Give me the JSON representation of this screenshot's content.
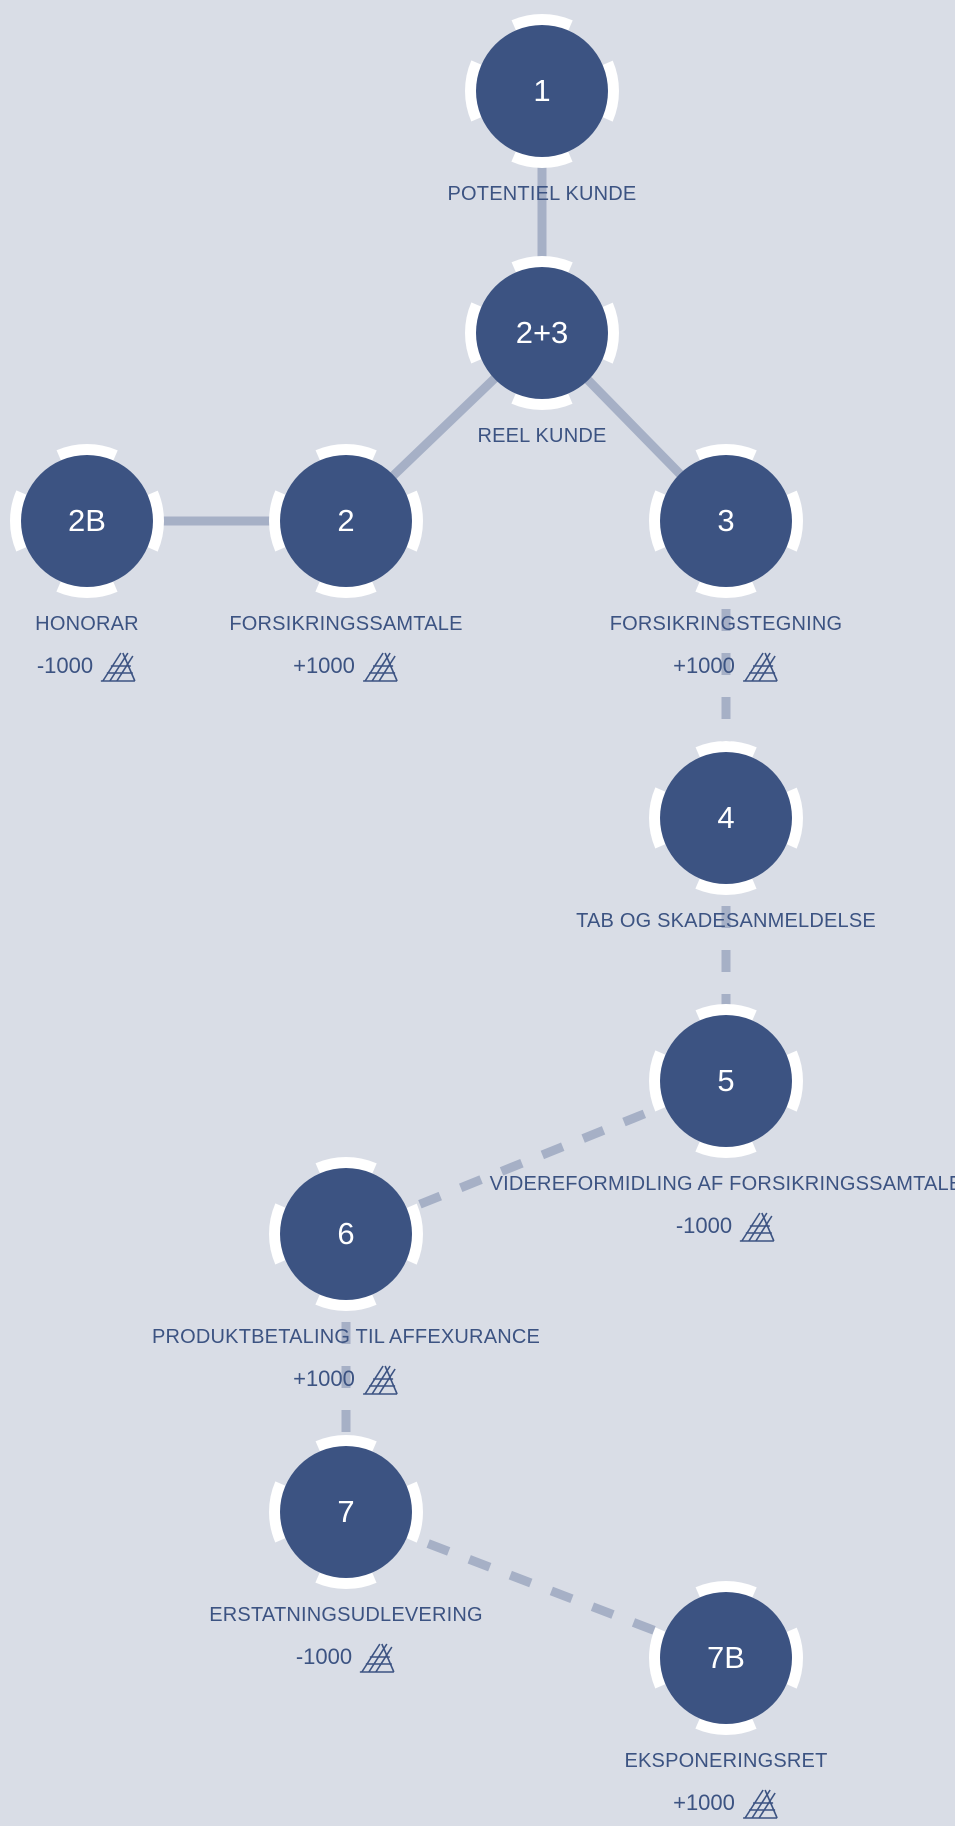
{
  "colors": {
    "background": "#d9dde6",
    "node_fill": "#3c5382",
    "node_ring": "#ffffff",
    "edge": "#a6b0c6",
    "text": "#3c5382"
  },
  "icons": {
    "value_icon": "tokens-icon"
  },
  "nodes": [
    {
      "id": "1",
      "number": "1",
      "label": "POTENTIEL KUNDE",
      "value": ""
    },
    {
      "id": "23",
      "number": "2+3",
      "label": "REEL KUNDE",
      "value": ""
    },
    {
      "id": "2b",
      "number": "2B",
      "label": "HONORAR",
      "value": "-1000"
    },
    {
      "id": "2",
      "number": "2",
      "label": "FORSIKRINGSSAMTALE",
      "value": "+1000"
    },
    {
      "id": "3",
      "number": "3",
      "label": "FORSIKRINGSTEGNING",
      "value": "+1000"
    },
    {
      "id": "4",
      "number": "4",
      "label": "TAB OG SKADESANMELDELSE",
      "value": ""
    },
    {
      "id": "5",
      "number": "5",
      "label": "VIDEREFORMIDLING AF FORSIKRINGSSAMTALE",
      "value": "-1000"
    },
    {
      "id": "6",
      "number": "6",
      "label": "PRODUKTBETALING TIL AFFEXURANCE",
      "value": "+1000"
    },
    {
      "id": "7",
      "number": "7",
      "label": "ERSTATNINGSUDLEVERING",
      "value": "-1000"
    },
    {
      "id": "7b",
      "number": "7B",
      "label": "EKSPONERINGSRET",
      "value": "+1000"
    }
  ],
  "edges": [
    {
      "from": "1",
      "to": "23",
      "style": "solid"
    },
    {
      "from": "23",
      "to": "2",
      "style": "solid"
    },
    {
      "from": "23",
      "to": "3",
      "style": "solid"
    },
    {
      "from": "2",
      "to": "2b",
      "style": "solid"
    },
    {
      "from": "3",
      "to": "4",
      "style": "dashed"
    },
    {
      "from": "4",
      "to": "5",
      "style": "dashed"
    },
    {
      "from": "5",
      "to": "6",
      "style": "dashed"
    },
    {
      "from": "6",
      "to": "7",
      "style": "dashed"
    },
    {
      "from": "7",
      "to": "7b",
      "style": "dashed"
    }
  ]
}
